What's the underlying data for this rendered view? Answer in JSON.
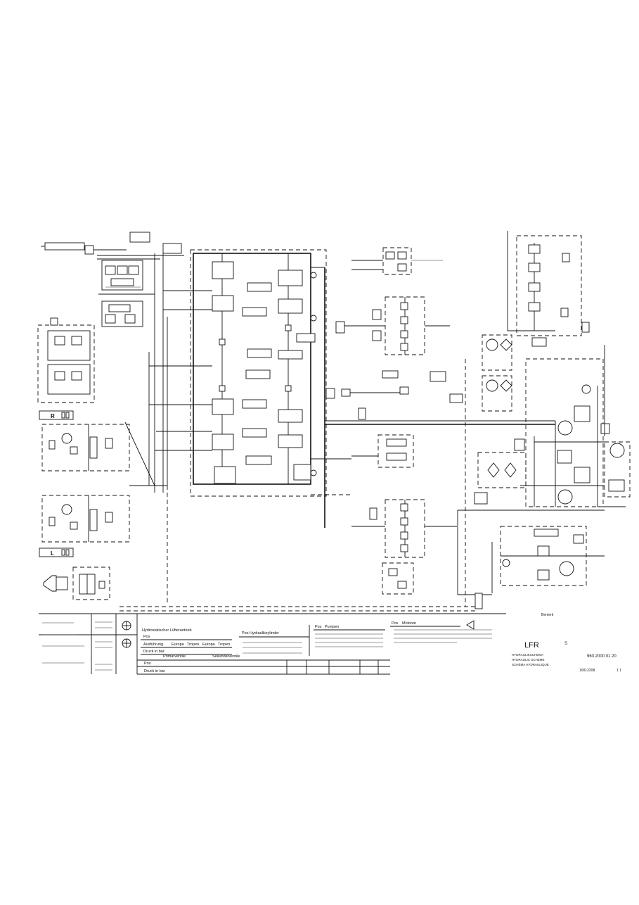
{
  "side_labels": {
    "right_side": "R",
    "left_side": "L"
  },
  "title_block": {
    "heading": "Hydrostatischer Lüfterantrieb",
    "pos_label": "Pos",
    "execution_row": [
      "Ausführung",
      "Europa",
      "Tropen",
      "Europa",
      "Tropen"
    ],
    "pressure_label": "Druck in bar",
    "valve_groups": [
      "Primärventile",
      "Sekundärventile"
    ],
    "bottom_pos_label": "Pos",
    "bottom_pressure_label": "Druck in bar",
    "cylinder_header": "Pos  Hydraulikzylinder",
    "pump_header": [
      "Pos",
      "Pumpen"
    ],
    "motor_header": [
      "Pos",
      "Motoren"
    ],
    "company": "LFR",
    "doc_titles": [
      "HYDRAULIKSCHEMA",
      "HYDRAULIC SCHEME",
      "SCHÉMA HYDRAULIQUE"
    ],
    "drawing_number": "963 2000 01 20",
    "sheet_number": "10012208",
    "sheet_index": "1 1",
    "small_mark": "S",
    "note": "Bemerk"
  },
  "colors": {
    "line": "#111111",
    "paper": "#ffffff"
  }
}
